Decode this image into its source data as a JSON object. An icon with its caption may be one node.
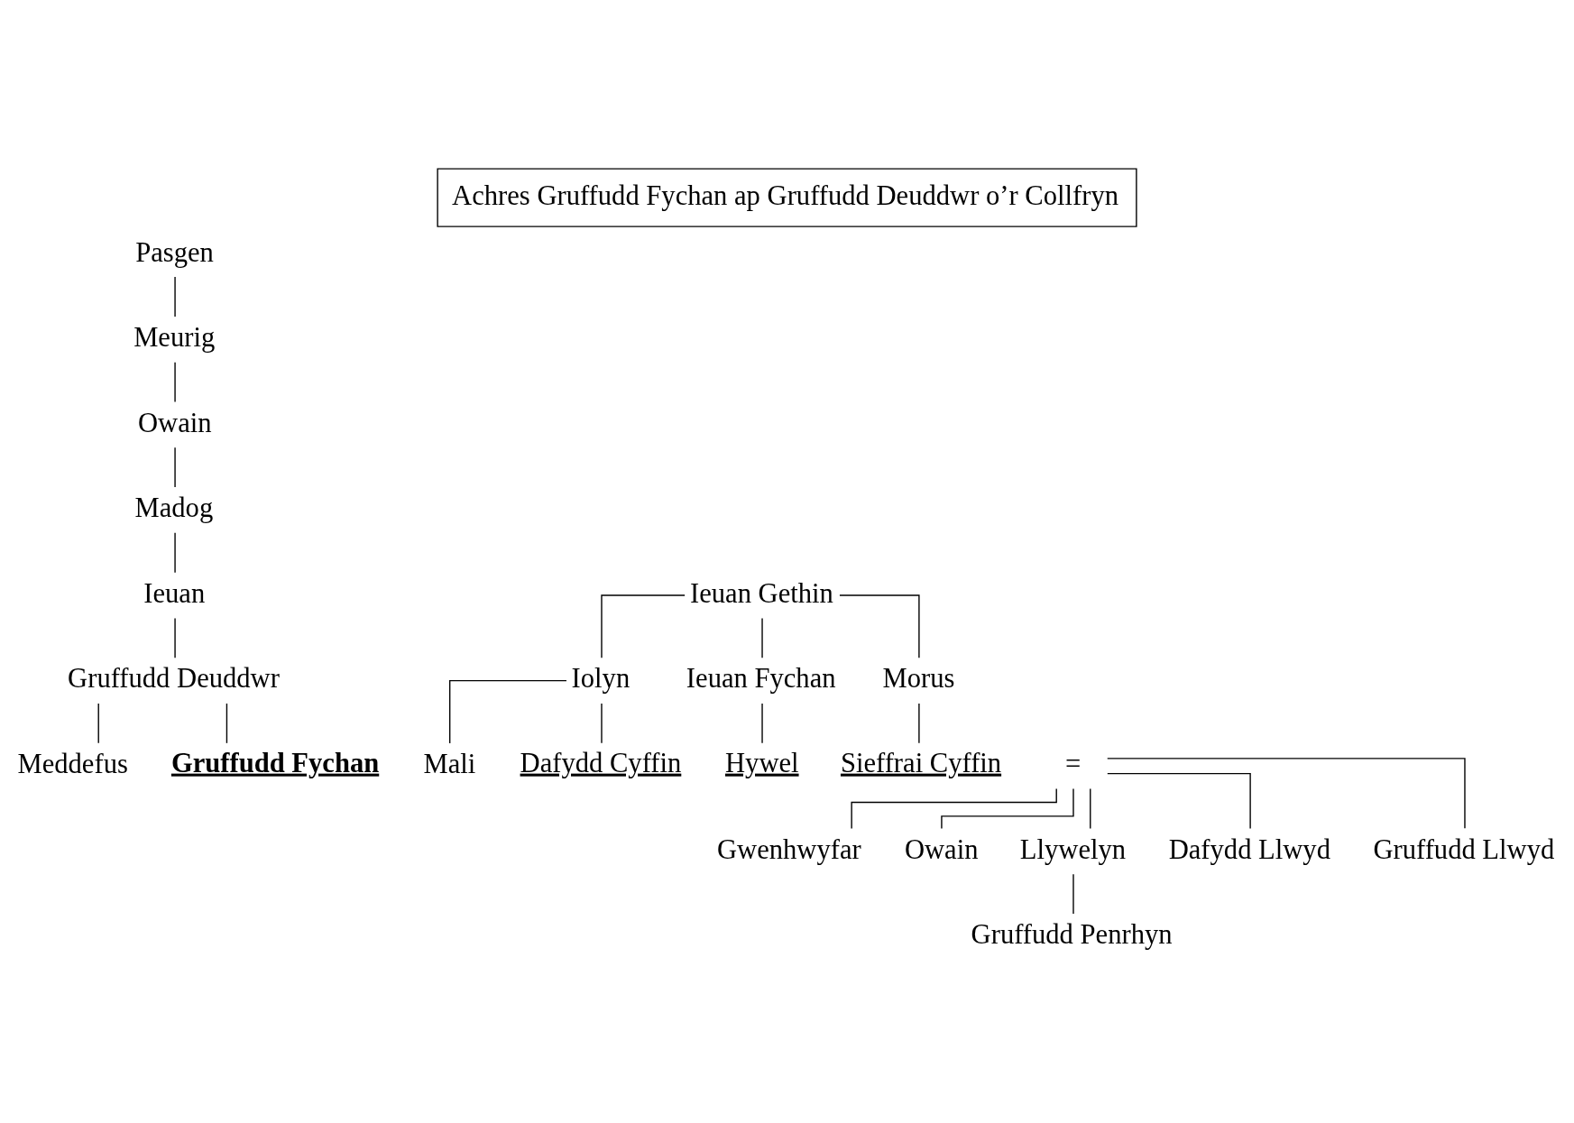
{
  "diagram": {
    "title": "Achres Gruffudd Fychan ap Gruffudd Deuddwr o’r Collfryn",
    "nodes": [
      {
        "text": [
          "Pasgen"
        ]
      },
      {
        "text": [
          "Meurig"
        ]
      },
      {
        "text": [
          "Owain"
        ]
      },
      {
        "text": [
          "Madog"
        ]
      },
      {
        "text": [
          "Ieuan"
        ]
      },
      {
        "text": [
          "Ieuan Gethin"
        ]
      },
      {
        "text": [
          "Gruffudd Deuddwr"
        ]
      },
      {
        "text": [
          "Iolyn"
        ]
      },
      {
        "text": [
          "Ieuan Fychan"
        ]
      },
      {
        "text": [
          "Morus"
        ]
      },
      {
        "text": [
          "Meddefus"
        ]
      },
      {
        "text": [
          "Gruffudd Fychan"
        ]
      },
      {
        "text": [
          "="
        ]
      },
      {
        "text": [
          "Mali"
        ]
      },
      {
        "text": [
          "Dafydd Cyffin"
        ]
      },
      {
        "text": [
          "Hywel"
        ]
      },
      {
        "text": [
          "Sieffrai Cyffin"
        ]
      },
      {
        "text": [
          "Gwenhwyfar"
        ]
      },
      {
        "text": [
          "Owain"
        ]
      },
      {
        "text": [
          "Llywelyn"
        ]
      },
      {
        "text": [
          "Dafydd Llwyd"
        ]
      },
      {
        "text": [
          "Gruffudd Llwyd"
        ]
      },
      {
        "text": [
          "Gruffudd Penrhyn"
        ]
      }
    ],
    "edges": [
      {
        "from": 0,
        "to": 1,
        "arrow": "none"
      },
      {
        "from": 1,
        "to": 2,
        "arrow": "none"
      },
      {
        "from": 2,
        "to": 3,
        "arrow": "none"
      },
      {
        "from": 3,
        "to": 4,
        "arrow": "none"
      },
      {
        "from": 4,
        "to": 6,
        "arrow": "none"
      },
      {
        "from": 5,
        "to": 7,
        "arrow": "none"
      },
      {
        "from": 5,
        "to": 8,
        "arrow": "none"
      },
      {
        "from": 5,
        "to": 9,
        "arrow": "none"
      },
      {
        "from": 6,
        "to": 10,
        "arrow": "none"
      },
      {
        "from": 6,
        "to": 11,
        "arrow": "none"
      },
      {
        "from": 7,
        "to": 13,
        "arrow": "none"
      },
      {
        "from": 7,
        "to": 14,
        "arrow": "none"
      },
      {
        "from": 8,
        "to": 15,
        "arrow": "none"
      },
      {
        "from": 9,
        "to": 16,
        "arrow": "none"
      },
      {
        "from": 12,
        "to": 17,
        "arrow": "none"
      },
      {
        "from": 12,
        "to": 18,
        "arrow": "none"
      },
      {
        "from": 12,
        "to": 19,
        "arrow": "none"
      },
      {
        "from": 12,
        "to": 20,
        "arrow": "none"
      },
      {
        "from": 12,
        "to": 21,
        "arrow": "none"
      },
      {
        "from": 19,
        "to": 22,
        "arrow": "none"
      }
    ]
  }
}
